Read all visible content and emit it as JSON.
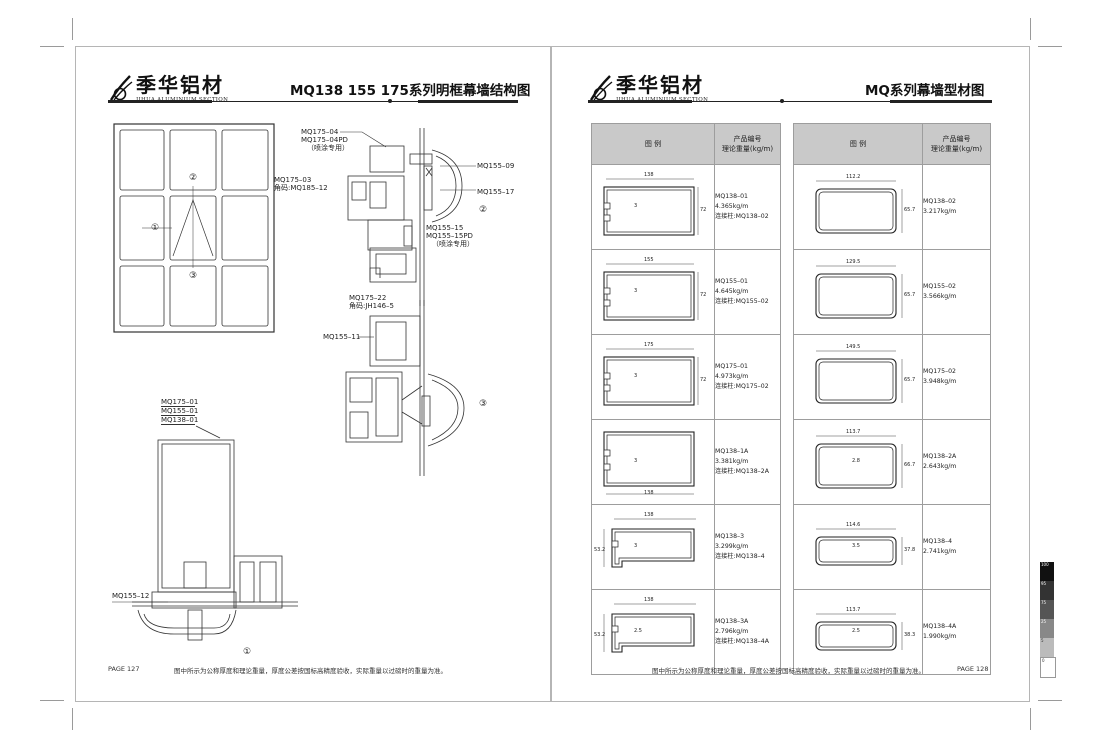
{
  "brand": {
    "name_cn": "季华铝材",
    "name_en": "JIHUA ALUMINIUM SECTION"
  },
  "left_page": {
    "title": "MQ138 155 175系列明框幕墙结构图",
    "page_number": "PAGE 127",
    "footer_note": "图中所示为公称厚度和理论重量，厚度公差按国标高精度验收，实际重量以过磅时的重量为准。",
    "elevation_markers": [
      "①",
      "②",
      "③"
    ],
    "callouts": {
      "top_left": [
        "MQ175–04",
        "MQ175–04PD",
        "（喷涂专用）"
      ],
      "mid_left": [
        "MQ175–03",
        "角码:MQ185–12"
      ],
      "top_right_1": "MQ155–09",
      "top_right_2": "MQ155–17",
      "mid_right": [
        "MQ155–15",
        "MQ155–15PD",
        "（喷涂专用）"
      ],
      "lower_left_1": [
        "MQ175–22",
        "角码:JH146–5"
      ],
      "lower_left_2": "MQ155–11",
      "bottom_stack": [
        "MQ175–01",
        "MQ155–01",
        "MQ138–01"
      ],
      "bottom_left": "MQ155–12"
    },
    "section_markers": {
      "upper": "②",
      "lower": "③",
      "bottom": "①"
    }
  },
  "right_page": {
    "title": "MQ系列幕墙型材图",
    "page_number": "PAGE 128",
    "footer_note": "图中所示为公称厚度和理论重量，厚度公差按国标高精度验收，实际重量以过磅时的重量为准。",
    "col_headers": {
      "legend": "图    例",
      "code_line1": "产品编号",
      "code_line2": "理论重量(kg/m)"
    },
    "left_rows": [
      {
        "dims": {
          "w": "138",
          "t": "3",
          "h": "72"
        },
        "code": "MQ138–01",
        "weight": "4.365kg/m",
        "connector": "连接柱:MQ138–02"
      },
      {
        "dims": {
          "w": "155",
          "t": "3",
          "h": "72"
        },
        "code": "MQ155–01",
        "weight": "4.645kg/m",
        "connector": "连接柱:MQ155–02"
      },
      {
        "dims": {
          "w": "175",
          "t": "3",
          "h": "72"
        },
        "code": "MQ175–01",
        "weight": "4.973kg/m",
        "connector": "连接柱:MQ175–02"
      },
      {
        "dims": {
          "w": "138",
          "t": "3",
          "h": ""
        },
        "code": "MQ138–1A",
        "weight": "3.381kg/m",
        "connector": "连接柱:MQ138–2A"
      },
      {
        "dims": {
          "w": "138",
          "t": "3",
          "h": "53.2"
        },
        "code": "MQ138–3",
        "weight": "3.299kg/m",
        "connector": "连接柱:MQ138–4"
      },
      {
        "dims": {
          "w": "138",
          "t": "2.5",
          "h": "53.2"
        },
        "code": "MQ138–3A",
        "weight": "2.796kg/m",
        "connector": "连接柱:MQ138–4A"
      }
    ],
    "right_rows": [
      {
        "dims": {
          "w": "112.2",
          "t": "",
          "h": "65.7"
        },
        "code": "MQ138–02",
        "weight": "3.217kg/m"
      },
      {
        "dims": {
          "w": "129.5",
          "t": "",
          "h": "65.7"
        },
        "code": "MQ155–02",
        "weight": "3.566kg/m"
      },
      {
        "dims": {
          "w": "149.5",
          "t": "",
          "h": "65.7"
        },
        "code": "MQ175–02",
        "weight": "3.948kg/m"
      },
      {
        "dims": {
          "w": "113.7",
          "t": "2.8",
          "h": "66.7"
        },
        "code": "MQ138–2A",
        "weight": "2.643kg/m"
      },
      {
        "dims": {
          "w": "114.6",
          "t": "3.5",
          "h": "37.8"
        },
        "code": "MQ138–4",
        "weight": "2.741kg/m"
      },
      {
        "dims": {
          "w": "113.7",
          "t": "2.5",
          "h": "38.3"
        },
        "code": "MQ138–4A",
        "weight": "1.990kg/m"
      }
    ]
  },
  "color_bar": [
    "100",
    "95",
    "75",
    "25",
    "5",
    "0"
  ]
}
